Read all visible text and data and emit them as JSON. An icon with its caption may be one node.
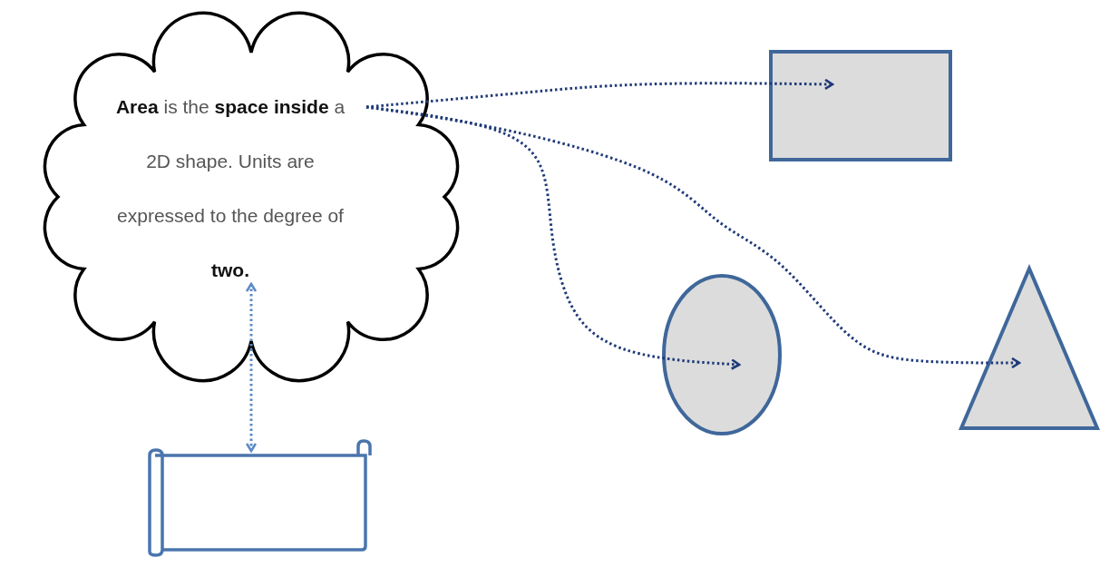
{
  "diagram": {
    "nodes": [
      {
        "text": [
          "**Area** is the **space inside** a 2D shape. Units are expressed to the degree of **two.**"
        ]
      },
      {
        "text": [],
        "shape": "box"
      },
      {
        "text": [],
        "shape": "circle"
      },
      {
        "text": [],
        "shape": "triangle"
      },
      {
        "text": [],
        "shape": "scroll"
      }
    ],
    "edges": [
      {
        "from": 0,
        "to": 1,
        "arrow": "to",
        "style": "dashed"
      },
      {
        "from": 0,
        "to": 2,
        "arrow": "to",
        "style": "dashed"
      },
      {
        "from": 0,
        "to": 3,
        "arrow": "to",
        "style": "dashed"
      },
      {
        "from": 4,
        "to": 0,
        "arrow": "both",
        "style": "dashed",
        "color": "#5b8ac6"
      }
    ]
  }
}
